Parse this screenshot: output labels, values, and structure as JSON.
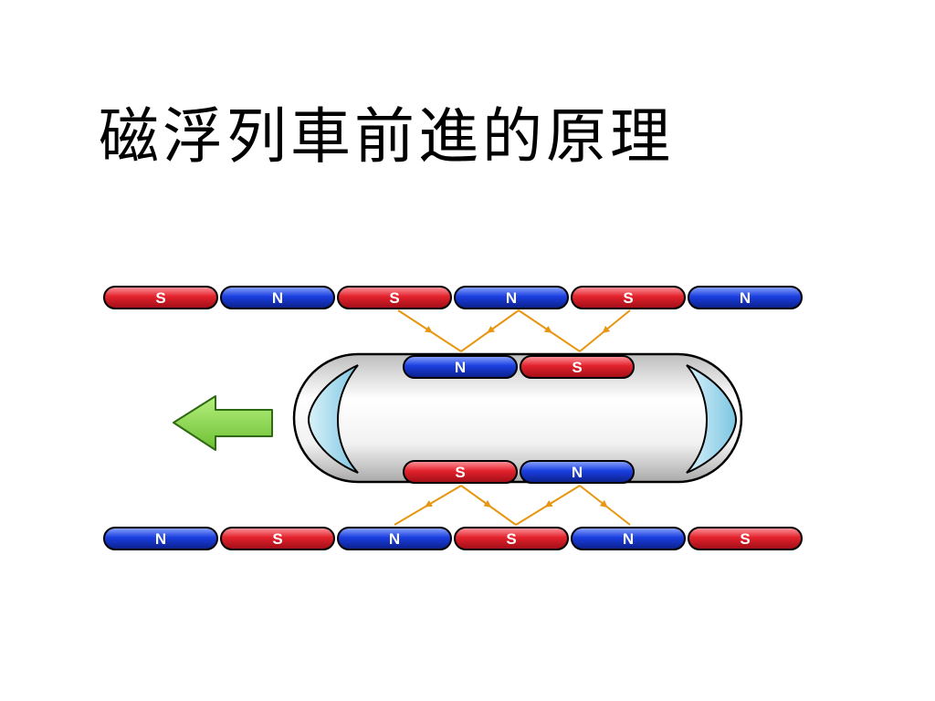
{
  "title": "磁浮列車前進的原理",
  "colors": {
    "pole_s": "#e3222d",
    "pole_n": "#1a3fe0",
    "field_line": "#e8960f",
    "arrow": "#86d84a",
    "train_body": "#e6e6e6",
    "window": "#a9dcef"
  },
  "diagram": {
    "top_rail": [
      "S",
      "N",
      "S",
      "N",
      "S",
      "N"
    ],
    "bottom_rail": [
      "N",
      "S",
      "N",
      "S",
      "N",
      "S"
    ],
    "train_top_magnets": [
      "N",
      "S"
    ],
    "train_bottom_magnets": [
      "S",
      "N"
    ],
    "direction_arrow": "left",
    "icons": [
      "green-arrow-left-icon",
      "train-body-icon"
    ]
  }
}
